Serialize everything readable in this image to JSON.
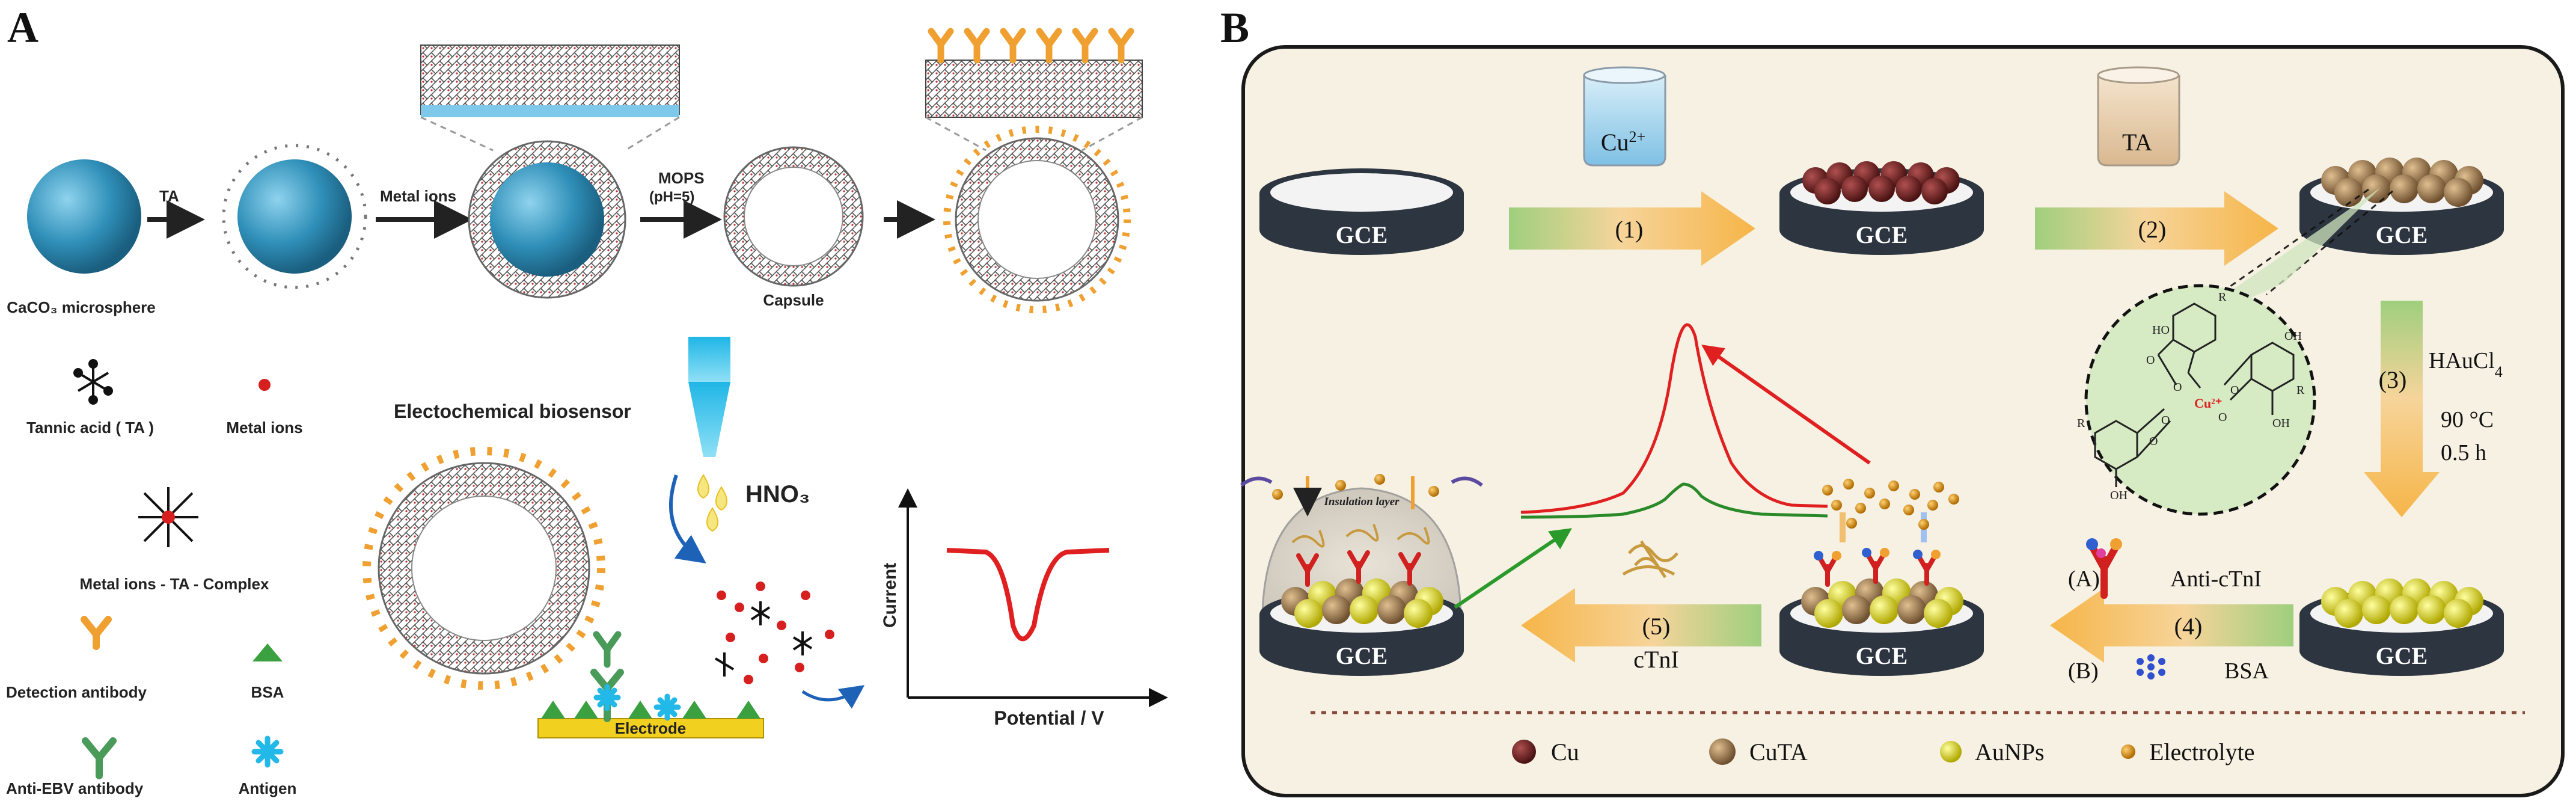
{
  "panelA": {
    "letter": "A",
    "steps": {
      "ta": "TA",
      "metal_ions": "Metal ions",
      "mops": "MOPS",
      "mops_ph": "(pH=5)"
    },
    "labels": {
      "microsphere": "CaCO₃ microsphere",
      "capsule": "Capsule",
      "biosensor": "Electochemical biosensor",
      "hno3": "HNO₃",
      "electrode": "Electrode",
      "y_axis": "Current",
      "x_axis": "Potential / V"
    },
    "legend": {
      "tannic_acid": "Tannic acid ( TA )",
      "metal_ions": "Metal ions",
      "complex": "Metal ions - TA - Complex",
      "detection_antibody": "Detection antibody",
      "bsa": "BSA",
      "anti_ebv": "Anti-EBV antibody",
      "antigen": "Antigen"
    },
    "colors": {
      "sphere": "#2f8fb8",
      "antibody": "#f0a030",
      "anti_ebv": "#4a9a5a",
      "bsa": "#3aa040",
      "antigen": "#22b8e8",
      "electrode": "#f2d020",
      "curve": "#e02020"
    }
  },
  "panelB": {
    "letter": "B",
    "gce": "GCE",
    "beaker1": "Cu2+",
    "beaker2": "TA",
    "steps": {
      "s1": "(1)",
      "s2": "(2)",
      "s3": "(3)",
      "s3_reagent": "HAuCl4",
      "s3_temp": "90 °C",
      "s3_time": "0.5 h",
      "s4": "(4)",
      "s4a": "(A)",
      "s4b": "(B)",
      "s4_anti": "Anti-cTnI",
      "s4_bsa": "BSA",
      "s5": "(5)",
      "s5_target": "cTnI"
    },
    "insulation": "Insulation layer",
    "legend": {
      "cu": "Cu",
      "cuta": "CuTA",
      "aunps": "AuNPs",
      "electrolyte": "Electrolyte"
    },
    "colors": {
      "panel_bg": "#f7f1e3",
      "arrow": "#f6bd52",
      "arrow_start": "#9fcf7e",
      "cu": "#6b2222",
      "cuta": "#a7834f",
      "aunp": "#e8e020",
      "electrolyte": "#e29a1a",
      "curve_red": "#e02020",
      "curve_green": "#2a8a2a"
    }
  }
}
